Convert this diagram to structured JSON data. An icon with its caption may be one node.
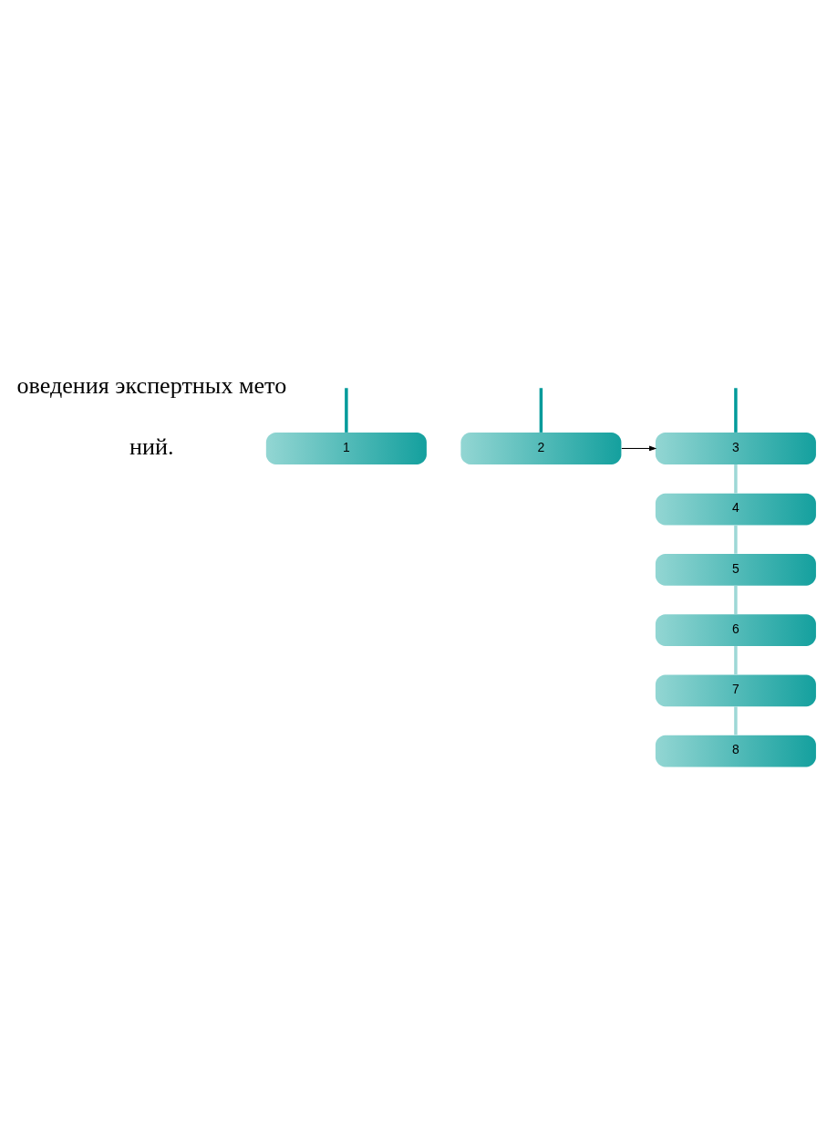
{
  "diagram": {
    "nodes": [
      {
        "text": [
          "1"
        ]
      },
      {
        "text": [
          "2"
        ]
      },
      {
        "text": [
          "3"
        ]
      },
      {
        "text": [
          "4"
        ]
      },
      {
        "text": [
          "5"
        ]
      },
      {
        "text": [
          "6"
        ]
      },
      {
        "text": [
          "7"
        ]
      },
      {
        "text": [
          "8"
        ]
      }
    ],
    "edges": [
      {
        "from": null,
        "to": 0,
        "arrow": "none",
        "color": "#009a9a"
      },
      {
        "from": null,
        "to": 1,
        "arrow": "none",
        "color": "#009a9a"
      },
      {
        "from": null,
        "to": 2,
        "arrow": "none",
        "color": "#009a9a"
      },
      {
        "from": 1,
        "to": 2,
        "arrow": "to",
        "color": "#000000"
      },
      {
        "from": 2,
        "to": 3,
        "arrow": "none"
      },
      {
        "from": 3,
        "to": 4,
        "arrow": "none"
      },
      {
        "from": 4,
        "to": 5,
        "arrow": "none"
      },
      {
        "from": 5,
        "to": 6,
        "arrow": "none"
      },
      {
        "from": 6,
        "to": 7,
        "arrow": "none"
      }
    ],
    "labels": [
      "оведения экспертных мето",
      "ний."
    ]
  }
}
